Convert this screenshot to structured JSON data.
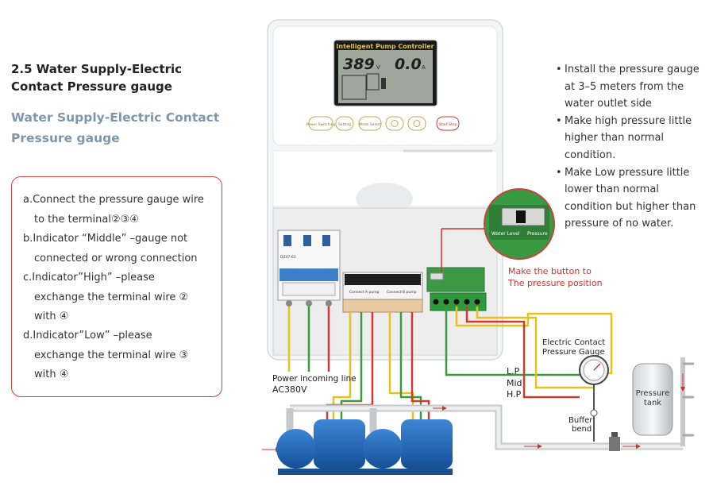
{
  "left_panel": {
    "section_title_line1": "2.5  Water Supply-Electric",
    "section_title_line2": "Contact Pressure gauge",
    "subtitle_line1": "Water Supply-Electric Contact",
    "subtitle_line2": "Pressure gauge",
    "steps": [
      {
        "line1": "a.Connect the pressure gauge wire",
        "line2": "to the terminal②③④",
        "line3": ""
      },
      {
        "line1": "b.Indicator  “Middle” –gauge not",
        "line2": "connected  or wrong connection",
        "line3": ""
      },
      {
        "line1": "c.Indicator”High” –please",
        "line2": "exchange the terminal wire ②",
        "line3": "with ④"
      },
      {
        "line1": "d.Indicator”Low” –please",
        "line2": "exchange the terminal wire ③",
        "line3": "with ④"
      }
    ]
  },
  "controller": {
    "title": "Intelligent Pump Controller",
    "voltage": "389",
    "voltage_unit": "V",
    "current": "0.0",
    "current_unit": "A",
    "buttons": [
      "Power Switching",
      "Setting",
      "Mode Select",
      "",
      "",
      "Start Stop"
    ],
    "breaker_label": "DZ47-63",
    "terminal_a_label": "Connect A pump",
    "terminal_b_label": "Connect B pump"
  },
  "inset": {
    "left_label": "Water Level",
    "right_label": "Pressure",
    "caption_line1": "Make the button to",
    "caption_line2": "The pressure position"
  },
  "notes": [
    {
      "line1": "Install the pressure gauge",
      "line2": "at 3–5 meters from the",
      "line3": "water outlet side",
      "line4": ""
    },
    {
      "line1": "Make high pressure little",
      "line2": "higher than normal",
      "line3": "condition.",
      "line4": ""
    },
    {
      "line1": "Make Low pressure little",
      "line2": "lower than normal",
      "line3": "condition but higher than",
      "line4": "pressure of no water."
    }
  ],
  "diagram_labels": {
    "power_line1": "Power incoming line",
    "power_line2": "AC380V",
    "gauge_line1": "Electric Contact",
    "gauge_line2": "Pressure Gauge",
    "lp": "L.P",
    "mid": "Mid",
    "hp": "H.P",
    "buffer_line1": "Buffer",
    "buffer_line2": "bend",
    "tank_line1": "Pressure",
    "tank_line2": "tank"
  },
  "colors": {
    "accent_red": "#d0322b",
    "subtitle_blue": "#7e96ad",
    "pump_blue": "#1f5fae",
    "terminal_green": "#2e9a3a",
    "wire_yellow": "#e8c21a",
    "wire_green": "#3b9a3b",
    "wire_red": "#d13a32"
  }
}
